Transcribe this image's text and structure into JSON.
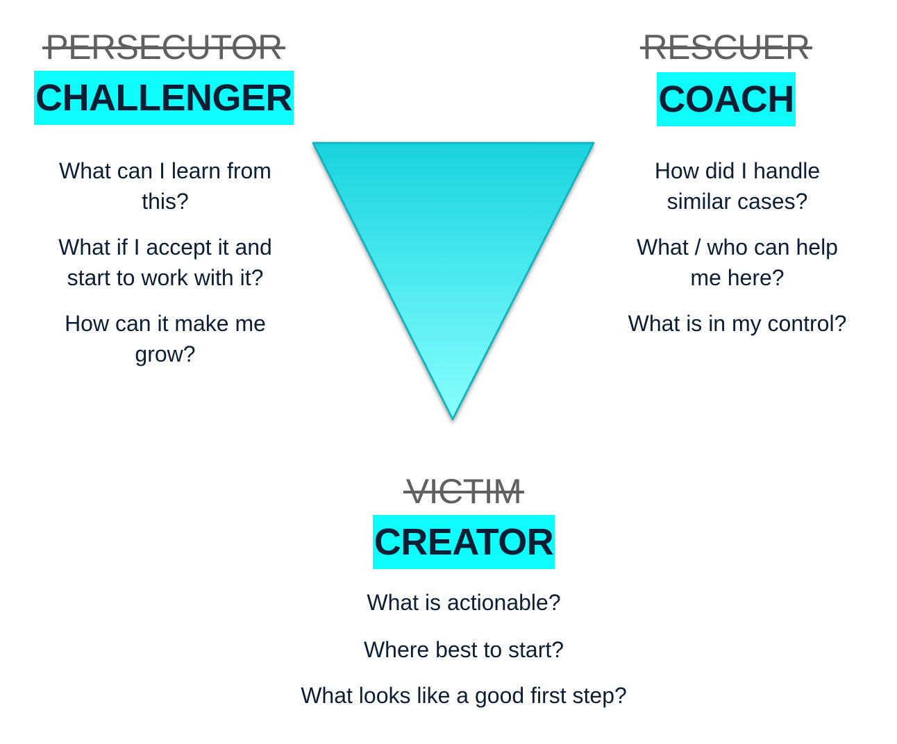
{
  "diagram": {
    "type": "inverted-triangle",
    "colors": {
      "highlight": "#0ffcfc",
      "triangle_top": "#18d2de",
      "triangle_bottom": "#8afefe",
      "triangle_stroke": "#17b3be",
      "strikethrough_text": "#606060",
      "body_text": "#0b1e33"
    }
  },
  "roles": {
    "left": {
      "old_label": "PERSECUTOR",
      "new_label": "CHALLENGER",
      "questions": [
        "What can I learn from this?",
        "What if I accept it and start to work with it?",
        "How can it make me grow?"
      ]
    },
    "right": {
      "old_label": "RESCUER",
      "new_label": "COACH",
      "questions": [
        "How did I handle similar cases?",
        "What / who can help me here?",
        "What is in my control?"
      ]
    },
    "bottom": {
      "old_label": "VICTIM",
      "new_label": "CREATOR",
      "questions": [
        "What is actionable?",
        "Where best to start?",
        "What looks like a good first step?"
      ]
    }
  }
}
